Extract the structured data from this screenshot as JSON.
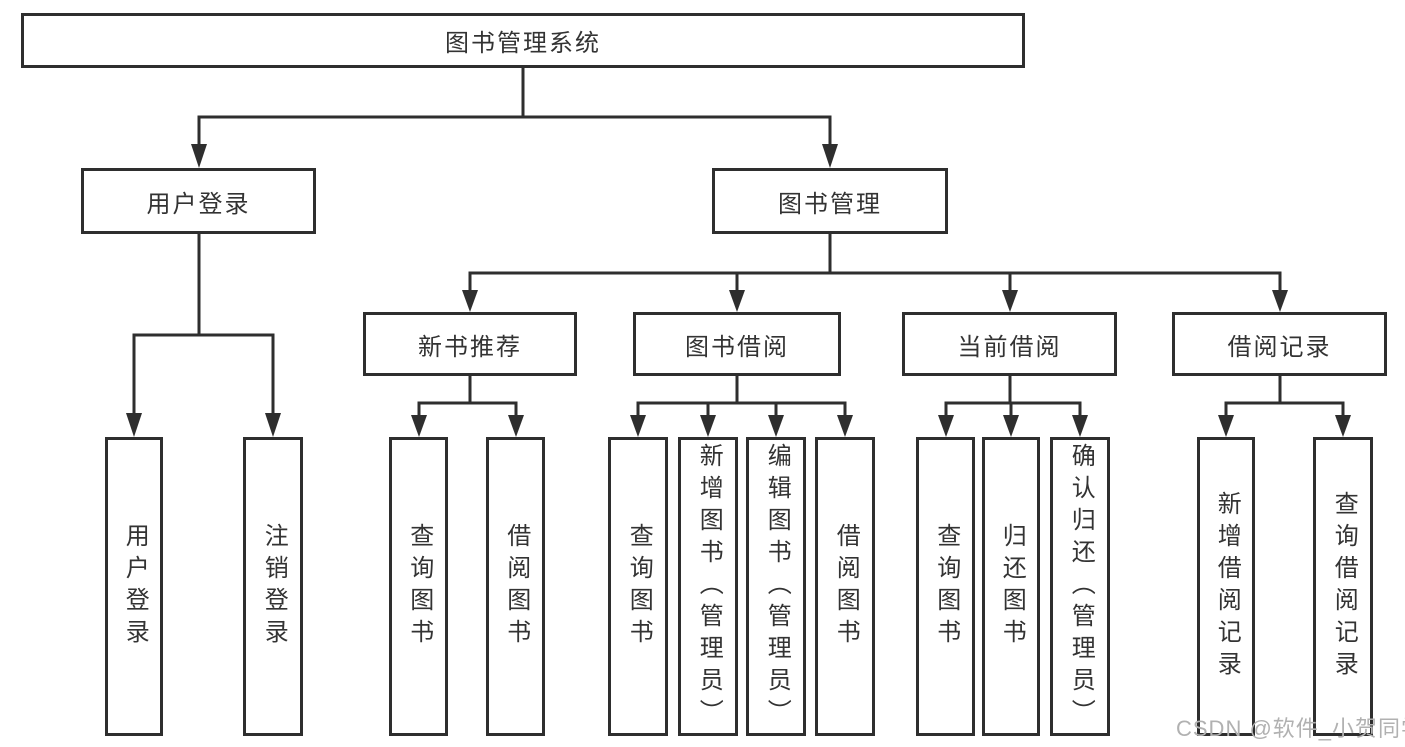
{
  "diagram": {
    "root": {
      "label": "图书管理系统"
    },
    "level2": {
      "user_login": {
        "label": "用户登录"
      },
      "book_management": {
        "label": "图书管理"
      }
    },
    "level3": {
      "new_book": {
        "label": "新书推荐"
      },
      "book_borrow": {
        "label": "图书借阅"
      },
      "current_borrow": {
        "label": "当前借阅"
      },
      "borrow_records": {
        "label": "借阅记录"
      }
    },
    "leaves": {
      "user_login": [
        "用户登录",
        "注销登录"
      ],
      "new_book": [
        "查询图书",
        "借阅图书"
      ],
      "book_borrow": [
        "查询图书",
        "新增图书（管理员）",
        "编辑图书（管理员）",
        "借阅图书"
      ],
      "current_borrow": [
        "查询图书",
        "归还图书",
        "确认归还（管理员）"
      ],
      "borrow_records": [
        "新增借阅记录",
        "查询借阅记录"
      ]
    }
  },
  "watermark": {
    "text": "CSDN @软件_小贺同学"
  },
  "colors": {
    "line": "#2e2e2e",
    "text": "#333333",
    "watermark": "#b1b1b1",
    "background": "#ffffff"
  }
}
